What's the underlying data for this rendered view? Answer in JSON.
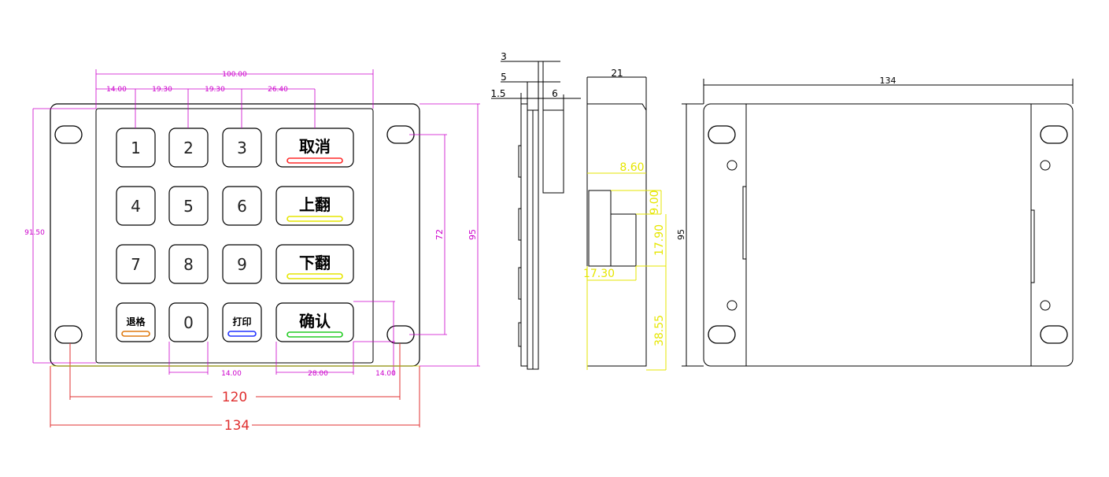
{
  "front": {
    "keys": [
      {
        "label": "1"
      },
      {
        "label": "2"
      },
      {
        "label": "3"
      },
      {
        "label": "取消",
        "bar": "#ff2a2a"
      },
      {
        "label": "4"
      },
      {
        "label": "5"
      },
      {
        "label": "6"
      },
      {
        "label": "上翻",
        "bar": "#e6e600"
      },
      {
        "label": "7"
      },
      {
        "label": "8"
      },
      {
        "label": "9"
      },
      {
        "label": "下翻",
        "bar": "#e6e600"
      },
      {
        "label": "退格",
        "bar": "#e07a10"
      },
      {
        "label": "0"
      },
      {
        "label": "打印",
        "bar": "#2233ff"
      },
      {
        "label": "确认",
        "bar": "#22cc22"
      }
    ],
    "dims": {
      "top_total": "100.00",
      "top_d1": "14.00",
      "top_d2": "19.30",
      "top_d3": "19.30",
      "top_d4": "26.40",
      "left_height": "91.50",
      "right_inner": "72",
      "right_outer": "95",
      "bottom_a": "14.00",
      "bottom_b": "28.00",
      "bottom_c": "14.00",
      "hole_span": "120",
      "total_width": "134"
    }
  },
  "side_thin": {
    "dims": {
      "a": "3",
      "b": "5",
      "c": "1.5",
      "d": "6"
    }
  },
  "side_profile": {
    "dims": {
      "top": "21",
      "d1": "8.60",
      "d2": "9.00",
      "d3": "17.90",
      "d4": "17.30",
      "d5": "38.55"
    }
  },
  "back": {
    "dims": {
      "width": "134",
      "height": "95"
    }
  },
  "colors": {
    "magenta": "#cc00cc",
    "red": "#e03030",
    "yellow": "#e6e600",
    "outline": "#000000"
  }
}
